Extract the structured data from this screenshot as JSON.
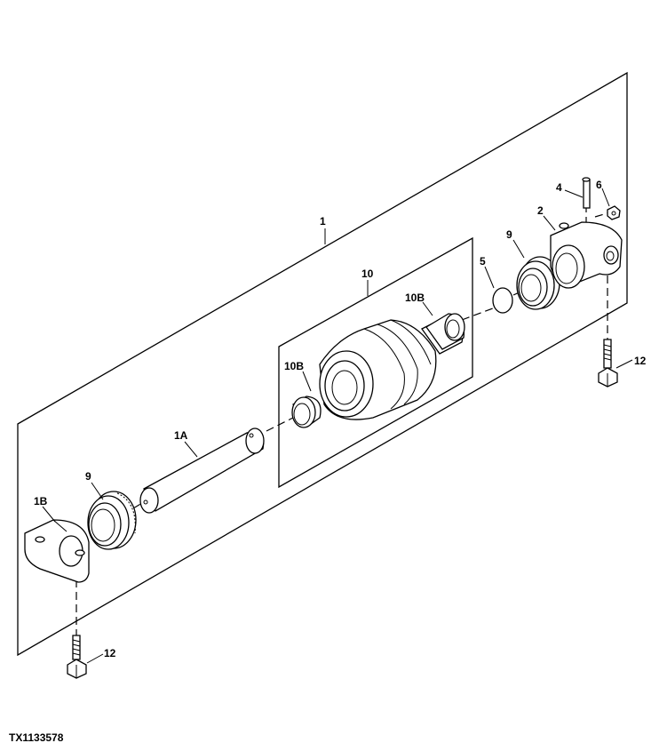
{
  "figure_id": "TX1133578",
  "callouts": {
    "c1": "1",
    "c1a": "1A",
    "c1b": "1B",
    "c2": "2",
    "c4": "4",
    "c5": "5",
    "c6": "6",
    "c9_left": "9",
    "c9_right": "9",
    "c10": "10",
    "c10b_left": "10B",
    "c10b_right": "10B",
    "c12_bottom": "12",
    "c12_right": "12"
  }
}
